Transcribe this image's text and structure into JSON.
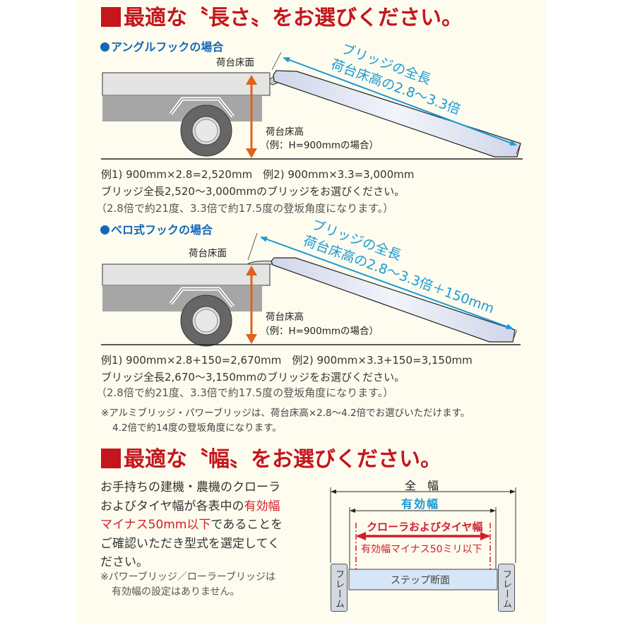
{
  "colors": {
    "title_red": "#c4161c",
    "subhead_blue": "#1468b8",
    "dimension_blue": "#1a9ad6",
    "height_arrow_orange": "#e0621a",
    "highlight_red": "#d21e2b",
    "panel_bg": "#fefcef",
    "truck_bed": "#e4e4e4",
    "truck_body": "#a6a6a6",
    "step_fill": "#d6e6f6",
    "frame_fill": "#d4d8e0"
  },
  "section_length": {
    "title": "最適な〝長さ〟をお選びください。",
    "angle_hook": {
      "heading": "アングルフックの場合",
      "bed_surface_label": "荷台床面",
      "bed_height_label": "荷台床高",
      "example_label": "（例：H=900mmの場合）",
      "bridge_length_line1": "ブリッジの全長",
      "bridge_length_line2": "荷台床高の2.8〜3.3倍",
      "example_line": "例1) 900mm×2.8=2,520mm　例2) 900mm×3.3=3,000mm",
      "select_line": "ブリッジ全長2,520〜3,000mmのブリッジをお選びください。",
      "angle_note": "（2.8倍で約21度、3.3倍で約17.5度の登坂角度になります。）"
    },
    "bero_hook": {
      "heading": "ベロ式フックの場合",
      "bed_surface_label": "荷台床面",
      "bed_height_label": "荷台床高",
      "example_label": "（例：H=900mmの場合）",
      "bridge_length_line1": "ブリッジの全長",
      "bridge_length_line2": "荷台床高の2.8〜3.3倍＋150mm",
      "example_line": "例1) 900mm×2.8+150=2,670mm　例2) 900mm×3.3+150=3,150mm",
      "select_line": "ブリッジ全長2,670〜3,150mmのブリッジをお選びください。",
      "angle_note": "（2.8倍で約21度、3.3倍で約17.5度の登坂角度になります。）"
    },
    "footnote_line1": "※アルミブリッジ・パワーブリッジは、荷台床高×2.8〜4.2倍でお選びいただけます。",
    "footnote_line2": "4.2倍で約14度の登坂角度になります。"
  },
  "section_width": {
    "title": "最適な〝幅〟をお選びください。",
    "body": {
      "line1": "お手持ちの建機・農機のクローラ",
      "line2_a": "およびタイヤ幅が各表中の",
      "line2_b": "有効幅",
      "line3_a": "マイナス50mm以下",
      "line3_b": "であることを",
      "line4": "ご確認いただき型式を選定してく",
      "line5": "ださい。"
    },
    "note_line1": "※パワーブリッジ／ローラーブリッジは",
    "note_line2": "有効幅の設定はありません。",
    "diagram": {
      "overall_width": "全　幅",
      "effective_width": "有効幅",
      "crawler_tire_width": "クローラおよびタイヤ幅",
      "effective_minus": "有効幅マイナス50ミリ以下",
      "step_section": "ステップ断面",
      "frame_left": "フレーム",
      "frame_right": "フレーム"
    }
  }
}
